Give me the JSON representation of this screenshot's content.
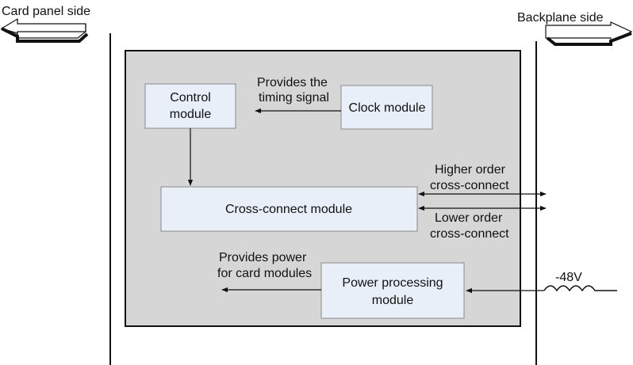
{
  "sides": {
    "left_label": "Card panel side",
    "right_label": "Backplane side"
  },
  "modules": {
    "control_line1": "Control",
    "control_line2": "module",
    "clock": "Clock module",
    "cross_connect": "Cross-connect module",
    "power_line1": "Power processing",
    "power_line2": "module"
  },
  "annotations": {
    "timing_line1": "Provides the",
    "timing_line2": "timing signal",
    "higher_line1": "Higher order",
    "higher_line2": "cross-connect",
    "lower_line1": "Lower order",
    "lower_line2": "cross-connect",
    "power_out_line1": "Provides power",
    "power_out_line2": "for card modules",
    "voltage": "-48V"
  },
  "colors": {
    "board_fill": "#d6d6d6",
    "module_fill": "#e8eff9",
    "module_border": "#8a8a8a",
    "line": "#111111"
  }
}
